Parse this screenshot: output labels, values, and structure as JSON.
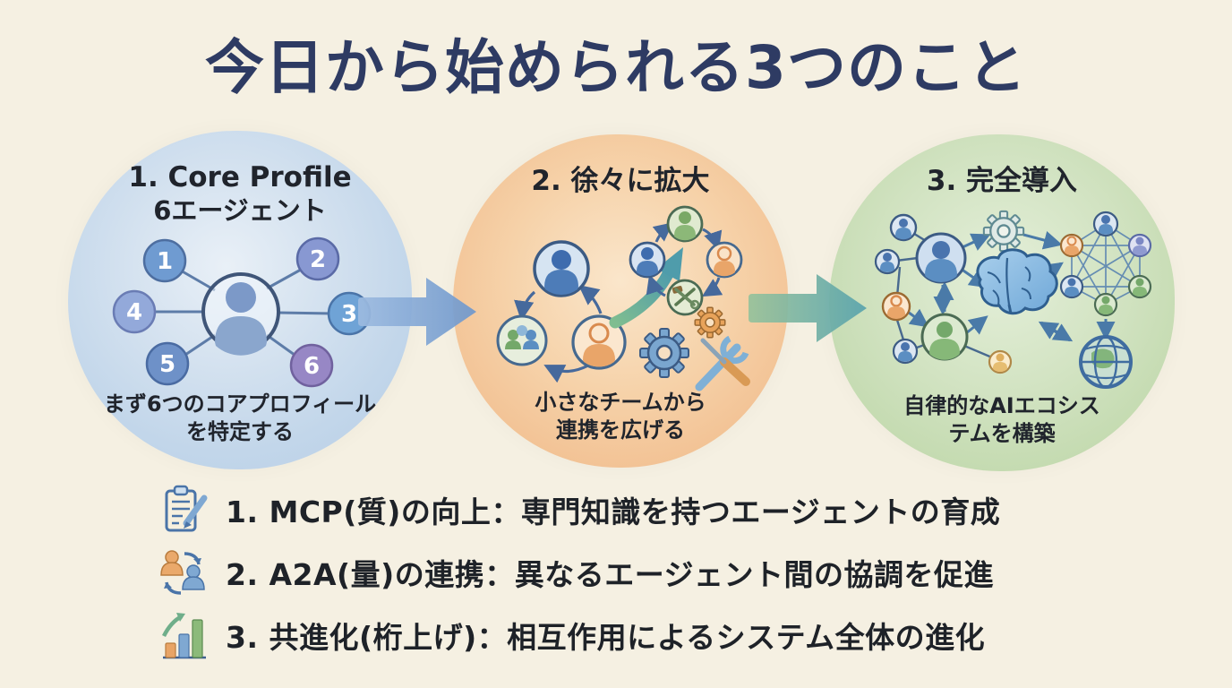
{
  "title": "今日から始められる3つのこと",
  "colors": {
    "background": "#f5f0e2",
    "title": "#2e3b63",
    "body_text": "#1e2228",
    "circle1_blue": "#c2d6ea",
    "circle2_orange": "#f2c193",
    "circle3_green": "#c3daaf",
    "arrow1_blue": "#7ba3d4",
    "arrow2_green": "#6fb3a2"
  },
  "steps": [
    {
      "heading": "1. Core Profile",
      "heading_line2": "6エージェント",
      "caption_line1": "まず6つのコアプロフィール",
      "caption_line2": "を特定する",
      "nodes": [
        "1",
        "2",
        "3",
        "4",
        "5",
        "6"
      ]
    },
    {
      "heading": "2. 徐々に拡大",
      "caption_line1": "小さなチームから",
      "caption_line2": "連携を広げる"
    },
    {
      "heading": "3. 完全導入",
      "caption_line1": "自律的なAIエコシス",
      "caption_line2": "テムを構築"
    }
  ],
  "bottom_list": [
    {
      "icon": "clipboard-pencil-icon",
      "text": "1. MCP(質)の向上：専門知識を持つエージェントの育成"
    },
    {
      "icon": "people-exchange-icon",
      "text": "2. A2A(量)の連携：異なるエージェント間の協調を促進"
    },
    {
      "icon": "bar-chart-growth-icon",
      "text": "3. 共進化(桁上げ)：相互作用によるシステム全体の進化"
    }
  ]
}
